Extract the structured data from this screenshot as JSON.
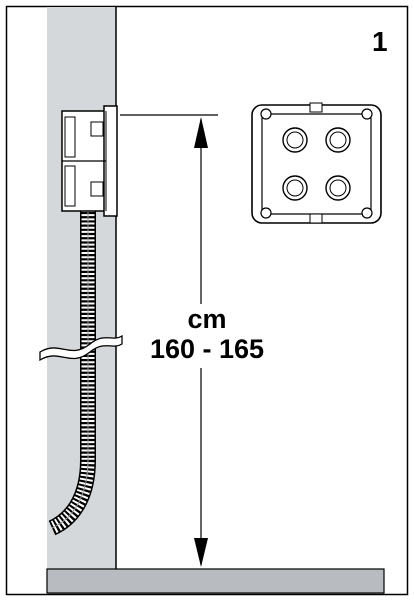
{
  "figure": {
    "step_number": "1",
    "measurement_unit": "cm",
    "measurement_range": "160 - 165"
  },
  "colors": {
    "wall": "#d4d8db",
    "floor": "#b8bcc0",
    "line": "#000000",
    "box_fill": "#ffffff"
  }
}
